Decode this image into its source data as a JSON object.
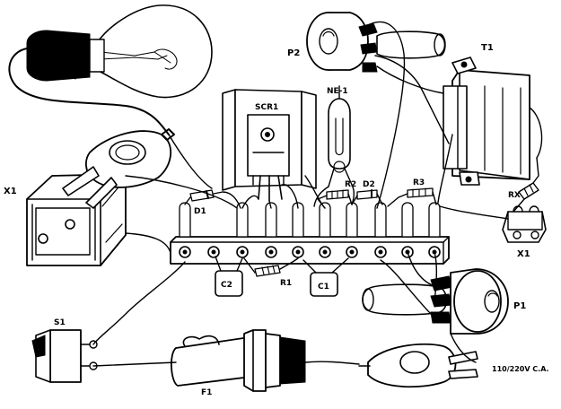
{
  "labels": {
    "p2": "P2",
    "t1": "T1",
    "ne1": "NE-1",
    "scr1": "SCR1",
    "x1_left": "X1",
    "x1_right": "X1",
    "d1": "D1",
    "r2": "R2",
    "d2": "D2",
    "r3": "R3",
    "rx": "RX",
    "c2": "C2",
    "r1": "R1",
    "c1": "C1",
    "p1": "P1",
    "s1": "S1",
    "f1": "F1",
    "mains": "110/220V C.A."
  }
}
